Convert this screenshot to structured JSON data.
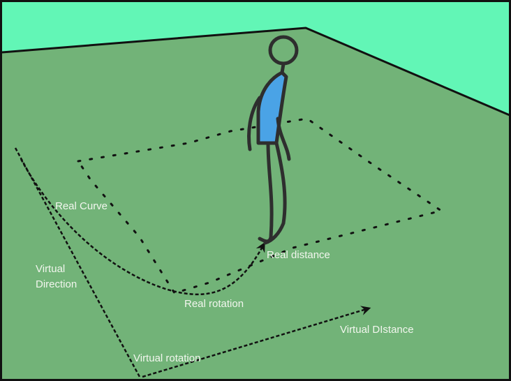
{
  "colors": {
    "sky": "#62f6b6",
    "floor": "#72b378",
    "outline": "#111111",
    "figure": "#2e2e2e",
    "shirt": "#4aa3e6",
    "label": "#f2f6ee"
  },
  "labels": {
    "real_curve": "Real Curve",
    "real_distance": "Real distance",
    "real_rotation": "Real rotation",
    "virtual_direction_line1": "Virtual",
    "virtual_direction_line2": "Direction",
    "virtual_distance": "Virtual DIstance",
    "virtual_rotation": "Virtual rotation"
  },
  "icons": {
    "person": "stick-figure-icon",
    "arrow": "arrowhead-icon"
  }
}
